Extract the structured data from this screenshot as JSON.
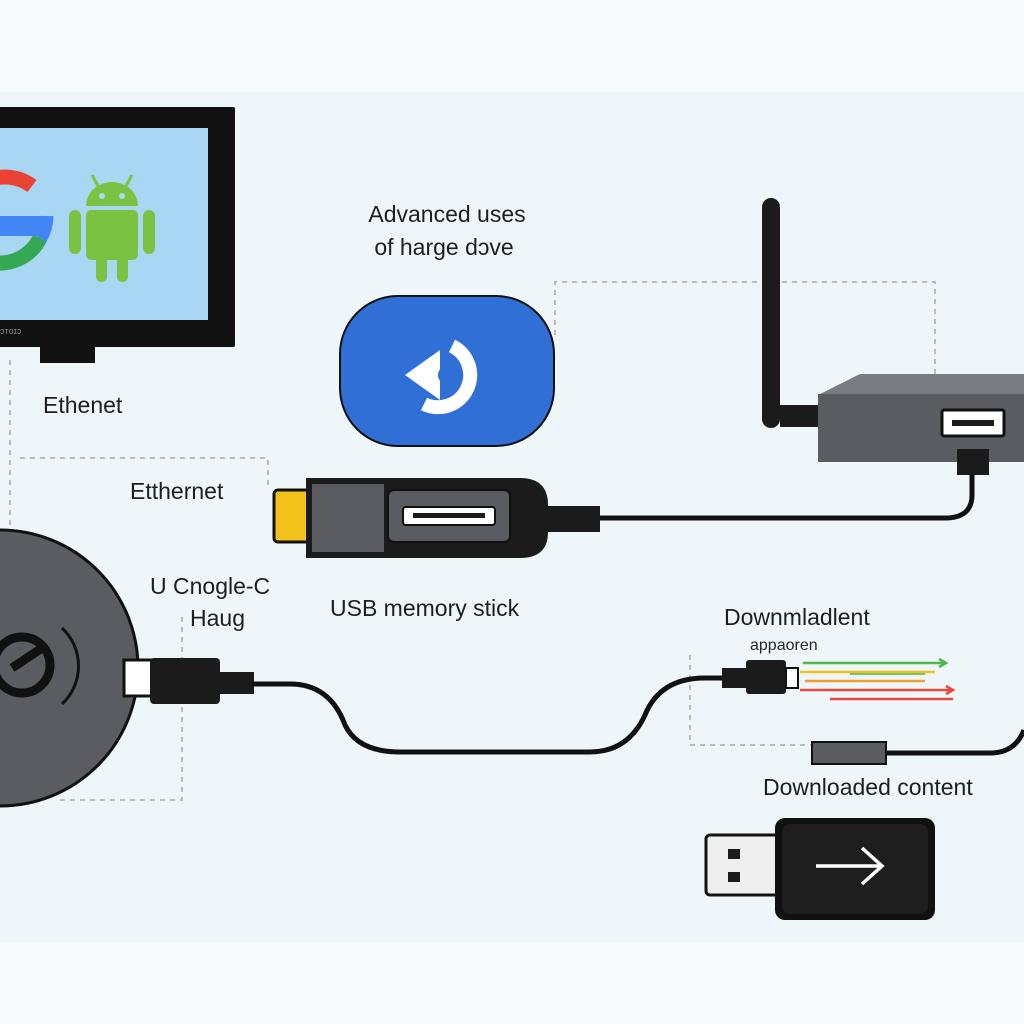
{
  "title": {
    "line1": "Advanced uses",
    "line2": "of harge dᴐve"
  },
  "labels": {
    "tv_bezel_text": "ɔᴛoɪɔ",
    "ethernet_left": "Ethenet",
    "ethernet_center": "Etthernet",
    "chromecast_line1": "U Cnogle-C",
    "chromecast_line2": "Haug",
    "usb_memory_stick": "USB memory stick",
    "download_title": "Downmladlent",
    "download_sub": "appaoren",
    "downloaded_content": "Downloaded content"
  },
  "icons": {
    "tv": "tv-monitor-icon",
    "google": "google-g-icon",
    "android": "android-robot-icon",
    "app_badge": "blue-app-badge-icon",
    "router": "wifi-router-icon",
    "hdmi_adapter": "hdmi-usb-adapter-icon",
    "chromecast": "chromecast-puck-icon",
    "usb_drive": "usb-flash-drive-icon",
    "arrow": "right-arrow-icon"
  },
  "colors": {
    "background": "#f7fbfd",
    "device_dark": "#1b1b1b",
    "device_gray": "#5a5c62",
    "badge_blue": "#2f6fd6",
    "hdmi_gold": "#f2c21b",
    "android_green": "#7cc242",
    "google_red": "#ea4335",
    "google_yellow": "#fbbc05",
    "google_green": "#34a853",
    "google_blue": "#4285f4",
    "dashed_line": "#b9bdc2"
  }
}
